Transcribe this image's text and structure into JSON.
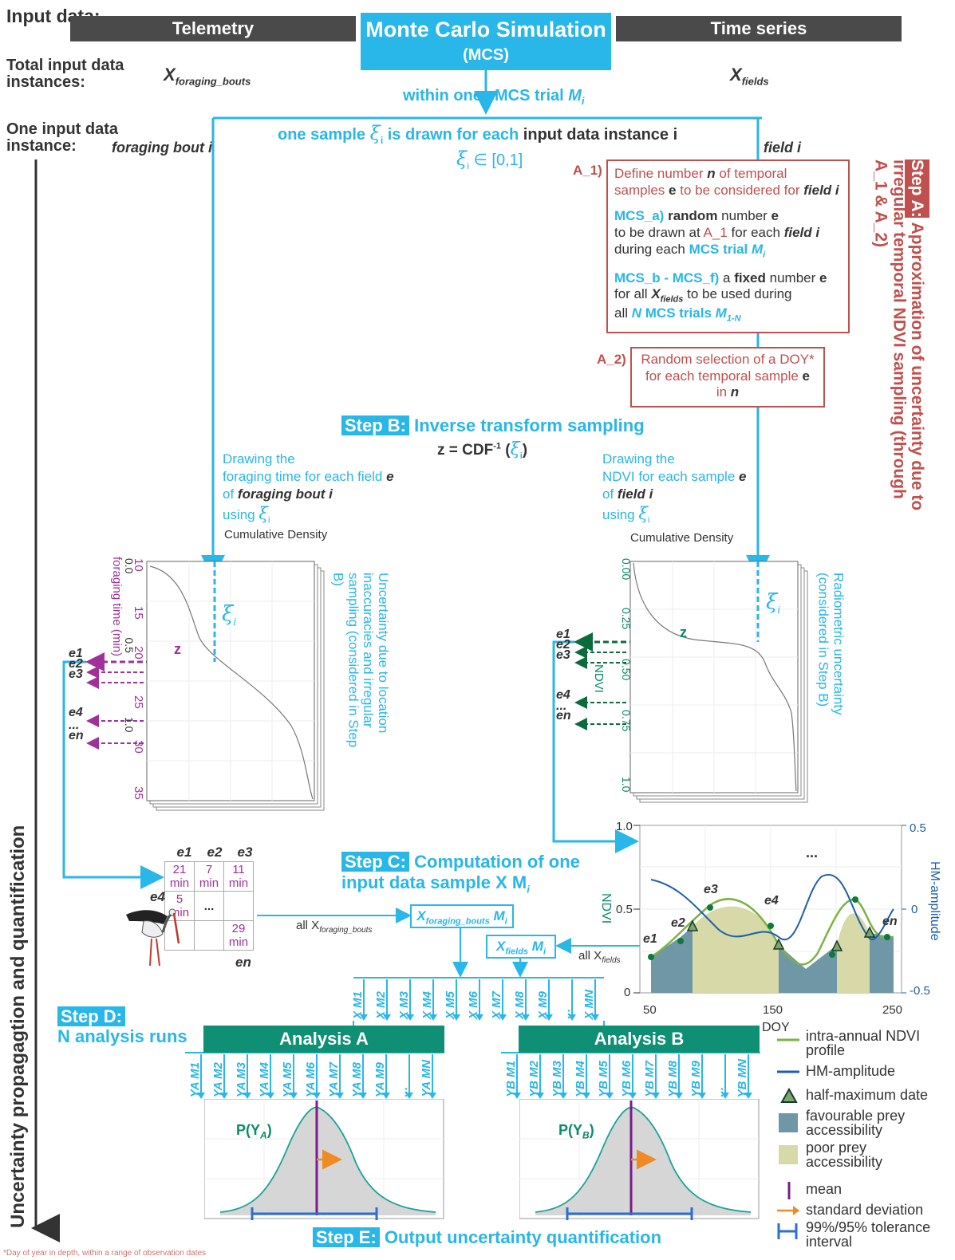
{
  "header": {
    "input_data_label": "Input data:",
    "telemetry": "Telemetry",
    "mcs_title": "Monte Carlo Simulation",
    "mcs_sub": "(MCS)",
    "time_series": "Time series",
    "total_instances_label": "Total input data instances:",
    "x_foraging_bouts": "X",
    "x_foraging_bouts_sub": "foraging_bouts",
    "x_fields": "X",
    "x_fields_sub": "fields",
    "within_one": "within one",
    "mcs_trial": "MCS trial",
    "mi": "M",
    "mi_sub": "i",
    "one_instance_label": "One input data instance:",
    "foraging_bout_i": "foraging bout i",
    "field_i": "field i",
    "one_sample": "one sample",
    "xi": "ξ",
    "xi_sub": "i",
    "drawn_for_each": "is drawn for each",
    "input_instance_i": "input data instance i",
    "xi_range": "∈ [0,1]"
  },
  "step_a": {
    "badge": "Step A:",
    "title": "Approximation of uncertainty due to irregular temporal NDVI sampling (through A_1 & A_2)",
    "a1_label": "A_1)",
    "a1_line1": "Define number",
    "a1_n": "n",
    "a1_line1b": "of temporal",
    "a1_line2": "samples",
    "a1_e": "e",
    "a1_line2b": "to be considered for",
    "a1_field": "field i",
    "mcs_a_label": "MCS_a)",
    "mcs_a_random": "random",
    "mcs_a_number": "number",
    "mcs_a_e": "e",
    "mcs_a_line2": "to be drawn at",
    "mcs_a_a1": "A_1",
    "mcs_a_line2b": "for each",
    "mcs_a_field": "field i",
    "mcs_a_line3": "during each",
    "mcs_a_trial": "MCS trial",
    "mcs_a_mi": "M",
    "mcs_b_label": "MCS_b - MCS_f)",
    "mcs_b_a": "a",
    "mcs_b_fixed": "fixed",
    "mcs_b_number": "number",
    "mcs_b_e": "e",
    "mcs_b_line2": "for all",
    "mcs_b_x": "X",
    "mcs_b_xsub": "fields",
    "mcs_b_line2b": "to be used during",
    "mcs_b_line3": "all",
    "mcs_b_n": "N",
    "mcs_b_trials": "MCS trials",
    "mcs_b_m": "M",
    "mcs_b_msub": "1-N",
    "a2_label": "A_2)",
    "a2_line1": "Random selection of a DOY*",
    "a2_line2": "for each temporal sample",
    "a2_e": "e",
    "a2_line3": "in",
    "a2_n": "n"
  },
  "step_b": {
    "badge": "Step B:",
    "title": "Inverse transform sampling",
    "formula": "z = CDF",
    "formula_sup": "-1",
    "left_desc1": "Drawing the",
    "left_desc2": "foraging time for each field",
    "left_desc2_e": "e",
    "left_desc3": "of",
    "left_desc3_b": "foraging bout i",
    "left_desc4": "using",
    "right_desc1": "Drawing the",
    "right_desc2": "NDVI for each sample",
    "right_desc2_e": "e",
    "right_desc3": "of",
    "right_desc3_b": "field i",
    "right_desc4": "using",
    "left_cd_title": "Cumulative Density",
    "right_cd_title": "Cumulative Density",
    "left_uncert": "Uncertainty due to location inaccuracies and irregular sampling (considered in Step B)",
    "right_uncert": "Radiometric uncertainty (considered in Step B)",
    "left_axis": "foraging time (min)",
    "right_axis": "NDVI",
    "left_ticks": [
      "10",
      "15",
      "20",
      "25",
      "30",
      "35"
    ],
    "right_ticks": [
      "0.00",
      "0.25",
      "0.50",
      "0.75",
      "1.0"
    ],
    "cd_ticks": [
      "0.0",
      "0.5",
      "1.0"
    ],
    "z": "z",
    "e_labels": [
      "e1",
      "e2",
      "e3",
      "e4",
      "...",
      "en"
    ]
  },
  "step_c": {
    "badge": "Step C:",
    "title": "Computation of one",
    "title2": "input data sample X M",
    "title2_sub": "i",
    "table_headers": [
      "e1",
      "e2",
      "e3"
    ],
    "table_rows": [
      [
        "21 min",
        "7 min",
        "11 min"
      ],
      [
        "5 min",
        "...",
        ""
      ],
      [
        "",
        "",
        "29 min"
      ]
    ],
    "e4": "e4",
    "en": "en",
    "all_x_foraging": "all X",
    "all_x_foraging_sub": "foraging_bouts",
    "all_x_fields": "all X",
    "all_x_fields_sub": "fields",
    "box_foraging": "X",
    "box_foraging_sub": "foraging_bouts",
    "box_fields": "X",
    "box_fields_sub": "fields",
    "box_m": "M",
    "box_m_sub": "i",
    "xm_labels": [
      "X M1",
      "X M2",
      "X M3",
      "X M4",
      "X M5",
      "X M6",
      "X M7",
      "X M8",
      "X M9",
      "...",
      "X MN"
    ]
  },
  "ndvi_chart": {
    "y_ticks": [
      "0",
      "0.5",
      "1.0"
    ],
    "y2_ticks": [
      "-0.5",
      "0",
      "0.5"
    ],
    "x_ticks": [
      "50",
      "150",
      "250"
    ],
    "y_label": "NDVI",
    "y2_label": "HM-amplitude",
    "x_label": "DOY",
    "ellipsis": "...",
    "e_labels": [
      "e1",
      "e2",
      "e3",
      "e4",
      "en"
    ]
  },
  "step_d": {
    "badge": "Step D:",
    "title": "N analysis runs",
    "analysis_a": "Analysis A",
    "analysis_b": "Analysis B",
    "ya_labels": [
      "YA M1",
      "YA M2",
      "YA M3",
      "YA M4",
      "YA M5",
      "YA M6",
      "YA M7",
      "YA M8",
      "YA M9",
      "...",
      "YA MN"
    ],
    "yb_labels": [
      "YB M1",
      "YB M2",
      "YB M3",
      "YB M4",
      "YB M5",
      "YB M6",
      "YB M7",
      "YB M8",
      "YB M9",
      "...",
      "YB MN"
    ],
    "p_ya": "P(Y",
    "p_ya_sub": "A",
    "p_yb": "P(Y",
    "p_yb_sub": "B"
  },
  "step_e": {
    "badge": "Step E:",
    "title": "Output uncertainty quantification"
  },
  "side": {
    "uncertainty_label": "Uncertainty propagagtion and quantification"
  },
  "legend": {
    "items": [
      "intra-annual NDVI profile",
      "HM-amplitude",
      "half-maximum date",
      "favourable prey accessibility",
      "poor prey accessibility",
      "mean",
      "standard deviation",
      "99%/95% tolerance interval"
    ]
  },
  "footnote": "*Day of year in depth, within a range of observation dates",
  "colors": {
    "cyan": "#29b6e8",
    "red": "#c0504d",
    "green": "#0f8f74",
    "purple": "#a0309a",
    "dark": "#4a4a4a",
    "ndvi_line": "#7cb342",
    "hm_line": "#1f5fa8",
    "favourable": "#6f97a6",
    "poor": "#d7d9a8"
  }
}
